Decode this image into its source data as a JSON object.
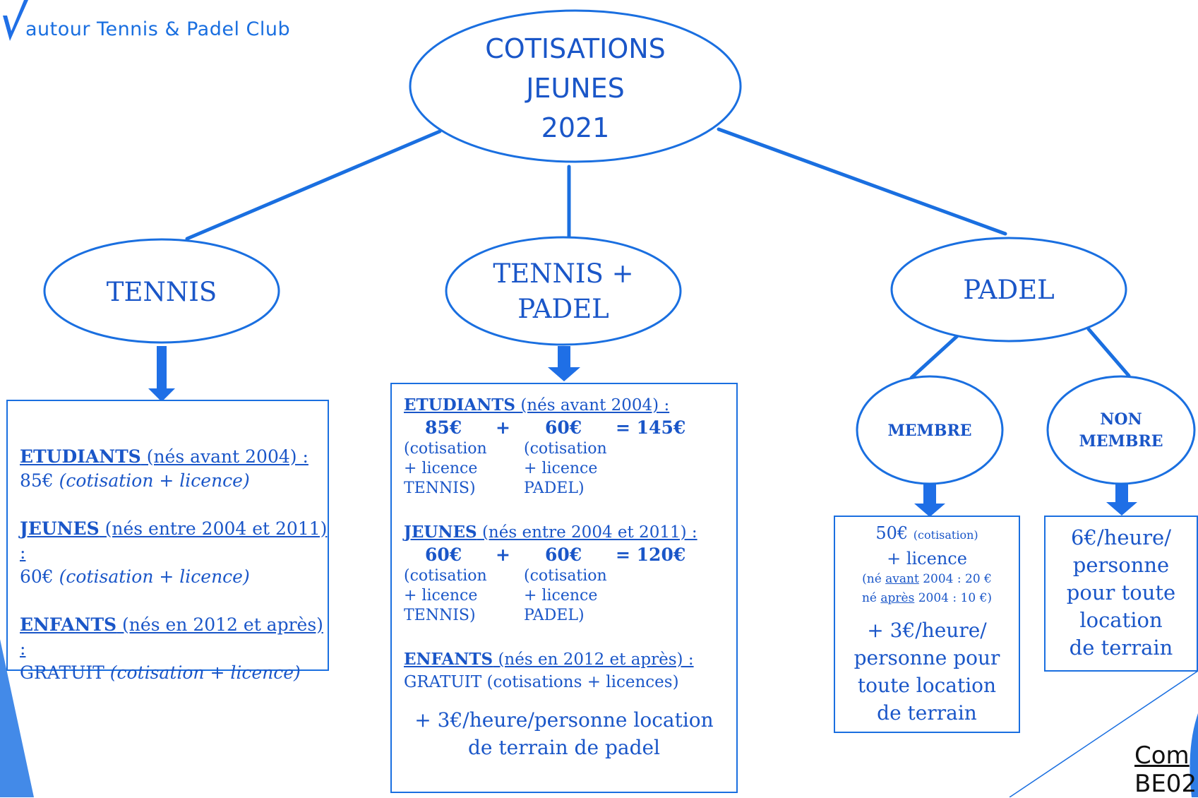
{
  "brand": {
    "name": "autour Tennis & Padel Club"
  },
  "colors": {
    "primary": "#1a6fe0",
    "text": "#1a56c8",
    "accent": "#1f6fe6"
  },
  "main": {
    "title": [
      "COTISATIONS",
      "JEUNES",
      "2021"
    ]
  },
  "categories": {
    "tennis": {
      "label": "TENNIS"
    },
    "tennis_padel": {
      "label": [
        "TENNIS +",
        "PADEL"
      ]
    },
    "padel": {
      "label": "PADEL",
      "membre": {
        "label": "MEMBRE"
      },
      "non_membre": {
        "label": [
          "NON",
          "MEMBRE"
        ]
      }
    }
  },
  "tennis_box": {
    "etudiants": {
      "title": "ETUDIANTS",
      "range": " (nés avant 2004) :",
      "price": "85€ ",
      "note": "(cotisation + licence)"
    },
    "jeunes": {
      "title": "JEUNES",
      "range": " (nés entre 2004 et 2011) :",
      "price": "60€ ",
      "note": "(cotisation + licence)"
    },
    "enfants": {
      "title": "ENFANTS",
      "range": " (nés en 2012 et après) :",
      "price": "GRATUIT ",
      "note": "(cotisation + licence)"
    }
  },
  "combo_box": {
    "etudiants": {
      "title": "ETUDIANTS",
      "range": " (nés avant 2004) :",
      "calc": [
        "85€",
        "+",
        "60€",
        "= 145€"
      ],
      "notes_left": [
        "(cotisation",
        "+ licence",
        "TENNIS)"
      ],
      "notes_right": [
        "(cotisation",
        "+ licence",
        "PADEL)"
      ]
    },
    "jeunes": {
      "title": "JEUNES",
      "range": " (nés entre 2004 et 2011) :",
      "calc": [
        "60€",
        "+",
        "60€",
        "= 120€"
      ],
      "notes_left": [
        "(cotisation",
        "+ licence",
        "TENNIS)"
      ],
      "notes_right": [
        "(cotisation",
        "+ licence",
        "PADEL)"
      ]
    },
    "enfants": {
      "title": "ENFANTS",
      "range": " (nés en 2012 et après) :",
      "text": "GRATUIT (cotisations + licences)"
    },
    "extra": [
      "+ 3€/heure/personne location",
      "de terrain de padel"
    ]
  },
  "membre_box": {
    "price": "50€",
    "price_note": "(cotisation)",
    "licence": "+ licence",
    "note1_pre": "(né ",
    "note1_u": "avant",
    "note1_post": " 2004 : 20 €",
    "note2_pre": "né ",
    "note2_u": "après",
    "note2_post": " 2004 : 10 €)",
    "extra": [
      "+ 3€/heure/",
      "personne pour",
      "toute location",
      "de terrain"
    ]
  },
  "non_membre_box": {
    "lines": [
      "6€/heure/",
      "personne",
      "pour toute",
      "location",
      "de terrain"
    ]
  },
  "corner_text": [
    "Com",
    "BE02"
  ]
}
